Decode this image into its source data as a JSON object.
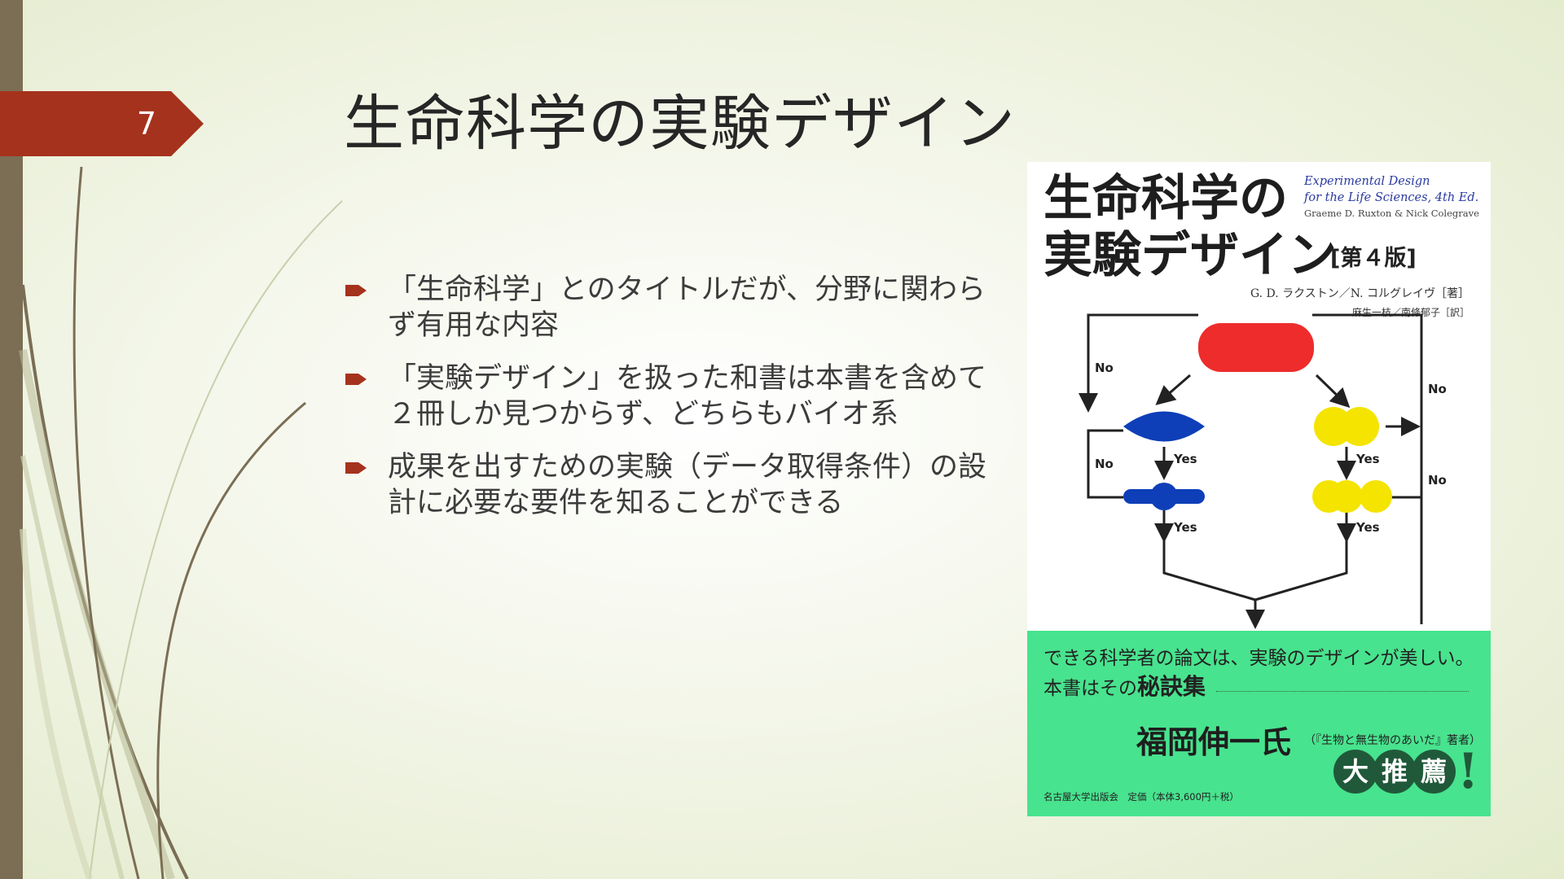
{
  "slide": {
    "number": "7",
    "title": "生命科学の実験デザイン",
    "accent_color": "#a5321d",
    "side_bar_color": "#7b6e55"
  },
  "bullets": [
    {
      "icon": "bullet-arrow-icon",
      "text": "「生命科学」とのタイトルだが、分野に関わらず有用な内容"
    },
    {
      "icon": "bullet-arrow-icon",
      "text": "「実験デザイン」を扱った和書は本書を含めて２冊しか見つからず、どちらもバイオ系"
    },
    {
      "icon": "bullet-arrow-icon",
      "text": "成果を出すための実験（データ取得条件）の設計に必要な要件を知ることができる"
    }
  ],
  "book_cover": {
    "title_line1": "生命科学の",
    "title_line2": "実験デザイン",
    "edition": "[第４版]",
    "english_title_line1": "Experimental Design",
    "english_title_line2": "for the Life Sciences, 4th Ed.",
    "english_authors": "Graeme D. Ruxton & Nick Colegrave",
    "authors": "G. D. ラクストン／N. コルグレイヴ［著］",
    "translators": "麻生一枝／南條郁子［訳］",
    "flowchart_labels": {
      "no": "No",
      "yes": "Yes"
    },
    "blurb_line1": "できる科学者の論文は、実験のデザインが美しい。",
    "blurb_line2_prefix": "本書はその",
    "blurb_line2_emph": "秘訣集",
    "recommender": "福岡伸一氏",
    "recommender_note": "（『生物と無生物のあいだ』著者）",
    "badge_chars": [
      "大",
      "推",
      "薦"
    ],
    "badge_exclaim": "!",
    "publisher_price": "名古屋大学出版会　定価（本体3,600円＋税）",
    "band_color": "#48e38e"
  }
}
